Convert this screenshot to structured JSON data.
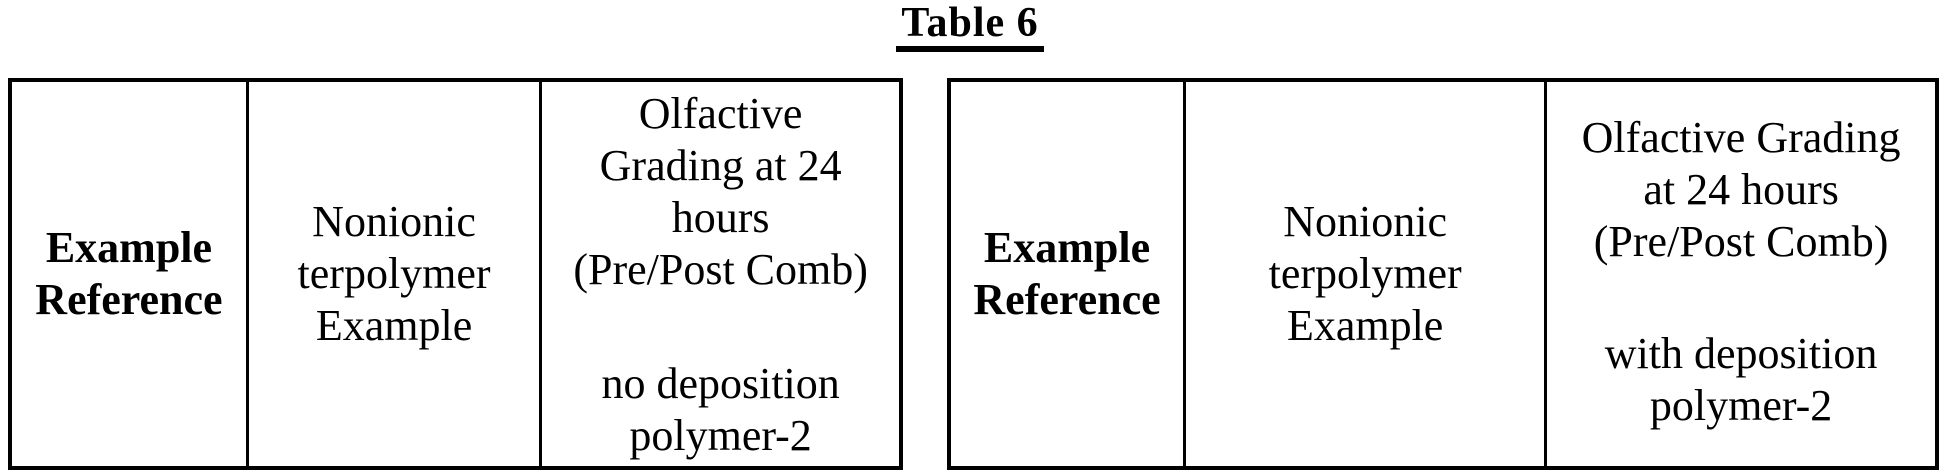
{
  "title": "Table 6",
  "tables": {
    "left": {
      "example_reference": "Example\nReference",
      "nonionic_terpolymer": "Nonionic\nterpolymer\nExample",
      "olfactive_grading": "Olfactive\nGrading at 24\nhours\n(Pre/Post Comb)",
      "deposition_variant": "no deposition\npolymer-2"
    },
    "right": {
      "example_reference": "Example\nReference",
      "nonionic_terpolymer": "Nonionic\nterpolymer\nExample",
      "olfactive_grading": "Olfactive Grading\nat 24 hours\n(Pre/Post Comb)",
      "deposition_variant": "with deposition\npolymer-2"
    }
  },
  "colors": {
    "text": "#000000",
    "border": "#000000",
    "background": "#ffffff"
  }
}
